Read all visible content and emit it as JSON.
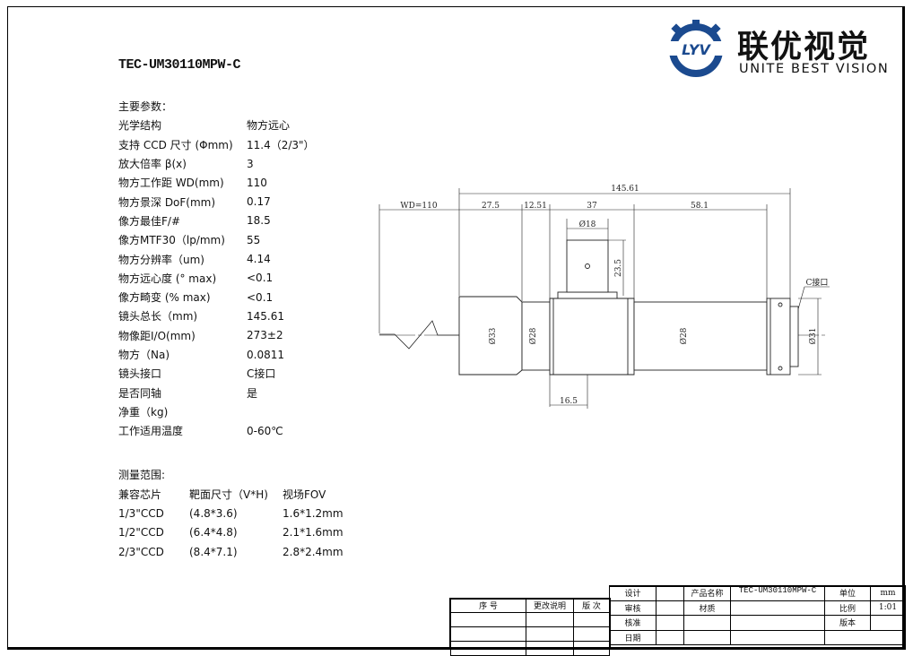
{
  "title": "TEC-UM30110MPW-C",
  "logo": {
    "mark": "LYV",
    "cn": "联优视觉",
    "en": "UNITE BEST VISION",
    "brand_color": "#1b4a8f"
  },
  "specs_heading": "主要参数：",
  "specs": [
    {
      "k": "光学结构",
      "v": "物方远心"
    },
    {
      "k": "支持 CCD 尺寸 (Φmm)",
      "v": "11.4（2/3\"）"
    },
    {
      "k": "放大倍率 β(x)",
      "v": "3"
    },
    {
      "k": "物方工作距 WD(mm)",
      "v": "110"
    },
    {
      "k": "物方景深 DoF(mm)",
      "v": "0.17"
    },
    {
      "k": "像方最佳F/#",
      "v": "18.5"
    },
    {
      "k": "像方MTF30（lp/mm)",
      "v": "55"
    },
    {
      "k": "物方分辨率（um)",
      "v": "4.14"
    },
    {
      "k": "物方远心度 (° max)",
      "v": "<0.1"
    },
    {
      "k": "像方畸变 (% max)",
      "v": "<0.1"
    },
    {
      "k": "镜头总长（mm)",
      "v": "145.61"
    },
    {
      "k": "物像距I/O(mm)",
      "v": "273±2"
    },
    {
      "k": "物方（Na)",
      "v": "0.0811"
    },
    {
      "k": "镜头接口",
      "v": "C接口"
    },
    {
      "k": "是否同轴",
      "v": "是"
    },
    {
      "k": "净重（kg)",
      "v": ""
    },
    {
      "k": "工作适用温度",
      "v": "0-60℃"
    }
  ],
  "measure_heading": "测量范围:",
  "measure_headers": [
    "兼容芯片",
    "靶面尺寸（V*H)",
    "视场FOV"
  ],
  "measure_rows": [
    [
      "1/3\"CCD",
      "(4.8*3.6)",
      "1.6*1.2mm"
    ],
    [
      "1/2\"CCD",
      "(6.4*4.8)",
      "2.1*1.6mm"
    ],
    [
      "2/3\"CCD",
      "(8.4*7.1)",
      "2.8*2.4mm"
    ]
  ],
  "dims": {
    "total": "145.61",
    "wd": "WD=110",
    "d1": "27.5",
    "d2": "12.51",
    "d3": "37",
    "d4": "58.1",
    "phi18": "Ø18",
    "h235": "23.5",
    "phi33": "Ø33",
    "phi28a": "Ø28",
    "phi28b": "Ø28",
    "phi31": "Ø31",
    "d165": "16.5",
    "cmount": "C接口"
  },
  "revision_table": {
    "headers": [
      "序 号",
      "更改说明",
      "版 次"
    ]
  },
  "title_block": {
    "design": "设计",
    "review": "审核",
    "approve": "核准",
    "date": "日期",
    "product_name_label": "产品名称",
    "product_name": "TEC-UM30110MPW-C",
    "material_label": "材质",
    "unit_label": "单位",
    "unit": "mm",
    "scale_label": "比例",
    "scale": "1:01",
    "version_label": "版本"
  }
}
